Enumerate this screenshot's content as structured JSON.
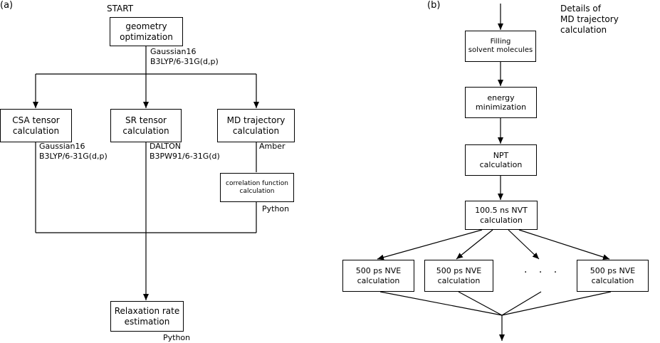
{
  "panel_a": {
    "label": "(a)",
    "start": "START",
    "geometry_box": "geometry\noptimization",
    "geometry_method": "Gaussian16\nB3LYP/6-31G(d,p)",
    "csa_box": "CSA tensor\ncalculation",
    "csa_method": "Gaussian16\nB3LYP/6-31G(d,p)",
    "sr_box": "SR tensor\ncalculation",
    "sr_method": "DALTON\nB3PW91/6-31G(d)",
    "md_box": "MD trajectory\ncalculation",
    "md_method": "Amber",
    "corr_box": "correlation function\ncalculation",
    "corr_method": "Python",
    "relax_box": "Relaxation rate\nestimation",
    "relax_method": "Python"
  },
  "panel_b": {
    "label": "(b)",
    "details_note": "Details of\nMD trajectory\ncalculation",
    "filling_box": "Filling\nsolvent molecules",
    "energy_box": "energy\nminimization",
    "npt_box": "NPT\ncalculation",
    "nvt_box": "100.5 ns NVT\ncalculation",
    "nve_boxes": [
      "500 ps NVE\ncalculation",
      "500 ps NVE\ncalculation",
      "500 ps NVE\ncalculation"
    ],
    "ellipsis": "· · ·"
  },
  "colors": {
    "line": "#000000",
    "background": "#ffffff"
  }
}
